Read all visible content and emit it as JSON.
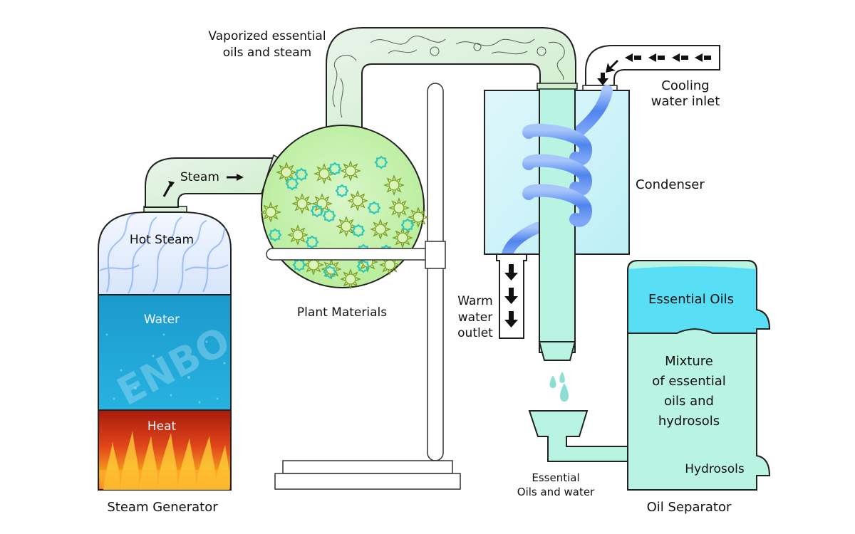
{
  "diagram": {
    "title": "Steam distillation of essential oils",
    "components": {
      "steam_generator": {
        "label": "Steam Generator",
        "zones": {
          "hot_steam": "Hot Steam",
          "water": "Water",
          "heat": "Heat"
        }
      },
      "steam_pipe": {
        "label": "Steam"
      },
      "flask": {
        "label": "Plant Materials"
      },
      "vapor_pipe": {
        "label_line1": "Vaporized essential",
        "label_line2": "oils and steam"
      },
      "condenser": {
        "label": "Condenser"
      },
      "cooling_inlet": {
        "label_line1": "Cooling",
        "label_line2": "water inlet"
      },
      "warm_outlet": {
        "label_line1": "Warm",
        "label_line2": "water",
        "label_line3": "outlet"
      },
      "collector": {
        "label_line1": "Essential",
        "label_line2": "Oils and water"
      },
      "oil_separator": {
        "label": "Oil Separator",
        "layers": {
          "top": "Essential Oils",
          "middle_line1": "Mixture",
          "middle_line2": "of essential",
          "middle_line3": "oils and",
          "middle_line4": "hydrosols",
          "bottom": "Hydrosols"
        }
      }
    },
    "watermark": "ENBO",
    "colors": {
      "steam_blue": "#dce9fb",
      "water_blue": "#1fa3d3",
      "heat_red": "#c0290f",
      "flask_green": "#c8f1b0",
      "pipe_green": "#dcefd8",
      "condenser_blue": "#c9f1f7",
      "coil_blue": "#5b8ff0",
      "mint": "#b9f3e2",
      "oil_cyan": "#58def5"
    }
  }
}
